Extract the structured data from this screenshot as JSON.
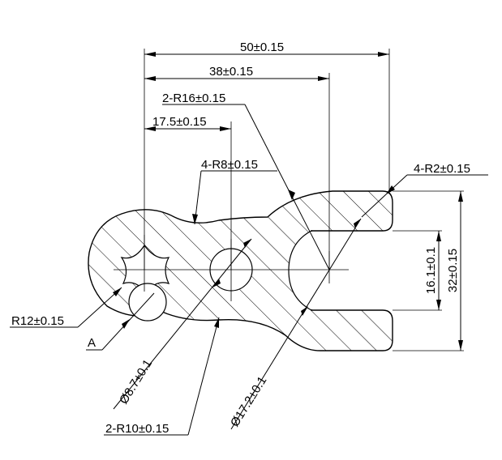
{
  "dimensions": {
    "overall_width": "50±0.15",
    "slot_center": "38±0.15",
    "hole_spacing": "17.5±0.15",
    "outer_radius": "2-R16±0.15",
    "fillet_r8": "4-R8±0.15",
    "fillet_r2": "4-R2±0.15",
    "slot_width": "16.1±0.1",
    "overall_height": "32±0.15",
    "radius_r12": "R12±0.15",
    "view_label": "A",
    "hole_small": "Ø8.7±0.1",
    "hole_large": "Ø17.2±0.1",
    "radius_r10": "2-R10±0.15"
  },
  "colors": {
    "line": "#000000",
    "background": "#ffffff"
  }
}
